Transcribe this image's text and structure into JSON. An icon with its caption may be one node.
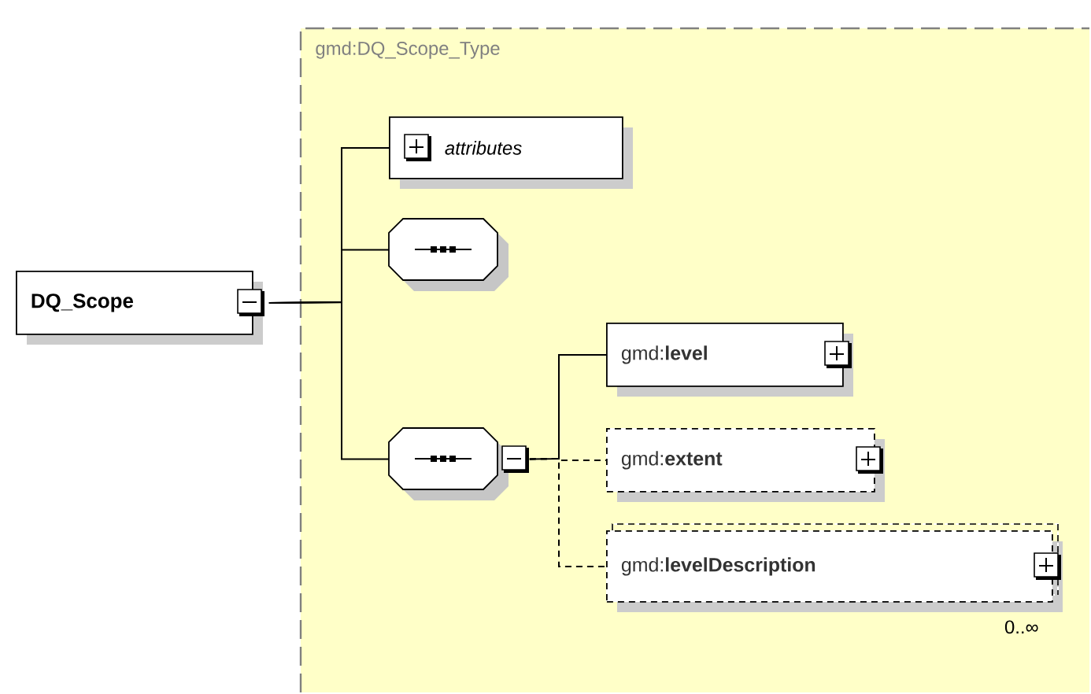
{
  "diagram": {
    "nodes": [
      {
        "text": [
          "gmd:DQ_Scope_Type"
        ]
      },
      {
        "text": [
          "DQ_Scope"
        ]
      },
      {
        "text": [
          "attributes"
        ],
        "in": 0
      },
      {
        "text": [],
        "shape": "octagon",
        "in": 0
      },
      {
        "text": [],
        "shape": "octagon",
        "in": 0
      },
      {
        "text": [
          "gmd:**level**"
        ],
        "in": 0
      },
      {
        "text": [
          "gmd:**extent**"
        ],
        "in": 0
      },
      {
        "text": [
          "gmd:**levelDescription**"
        ],
        "in": 0,
        "beside": [
          "0..∞"
        ]
      }
    ],
    "edges": [
      {
        "from": 1,
        "to": 2,
        "arrow": "none"
      },
      {
        "from": 1,
        "to": 3,
        "arrow": "none"
      },
      {
        "from": 1,
        "to": 4,
        "arrow": "none"
      },
      {
        "from": 4,
        "to": 5,
        "arrow": "none"
      },
      {
        "from": 4,
        "to": 6,
        "arrow": "none",
        "style": "dashed"
      },
      {
        "from": 4,
        "to": 7,
        "arrow": "none",
        "style": "dashed"
      }
    ]
  }
}
